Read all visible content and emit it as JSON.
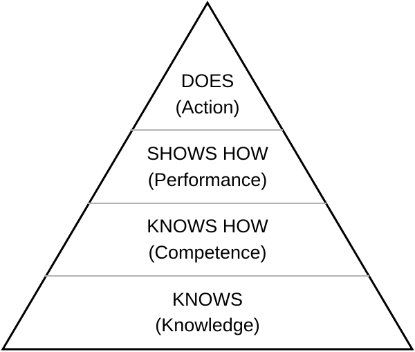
{
  "diagram": {
    "levels": [
      {
        "title": "DOES",
        "subtitle": "(Action)"
      },
      {
        "title": "SHOWS HOW",
        "subtitle": "(Performance)"
      },
      {
        "title": "KNOWS HOW",
        "subtitle": "(Competence)"
      },
      {
        "title": "KNOWS",
        "subtitle": "(Knowledge)"
      }
    ]
  }
}
